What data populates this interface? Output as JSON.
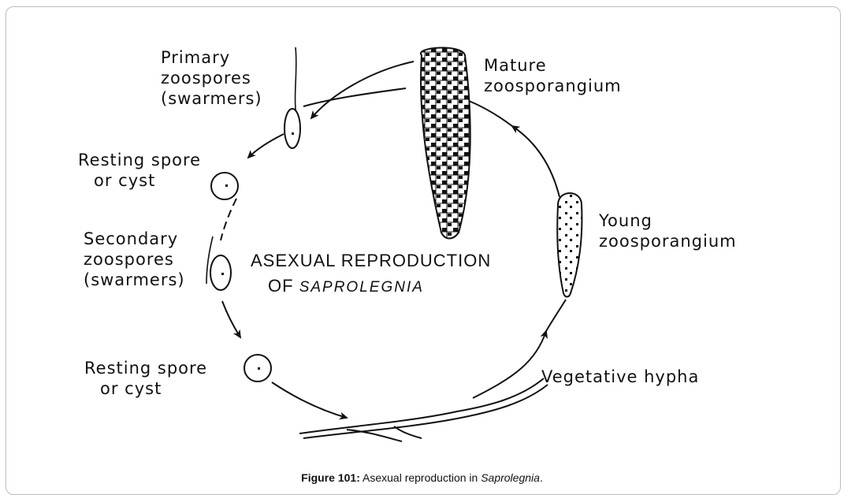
{
  "diagram": {
    "title_line1": "ASEXUAL REPRODUCTION",
    "title_line2_prefix": "OF",
    "title_line2_name": "SAPROLEGNIA",
    "labels": {
      "primary_zoospores": [
        "Primary",
        "zoospores",
        "(swarmers)"
      ],
      "mature_zoosporangium": [
        "Mature",
        "zoosporangium"
      ],
      "resting_spore_1": [
        "Resting spore",
        "or cyst"
      ],
      "secondary_zoospores": [
        "Secondary",
        "zoospores",
        "(swarmers)"
      ],
      "young_zoosporangium": [
        "Young",
        "zoosporangium"
      ],
      "resting_spore_2": [
        "Resting spore",
        "or cyst"
      ],
      "vegetative_hypha": "Vegetative hypha"
    }
  },
  "caption": {
    "label": "Figure 101:",
    "text": "Asexual reproduction in",
    "species": "Saprolegnia",
    "end": "."
  }
}
